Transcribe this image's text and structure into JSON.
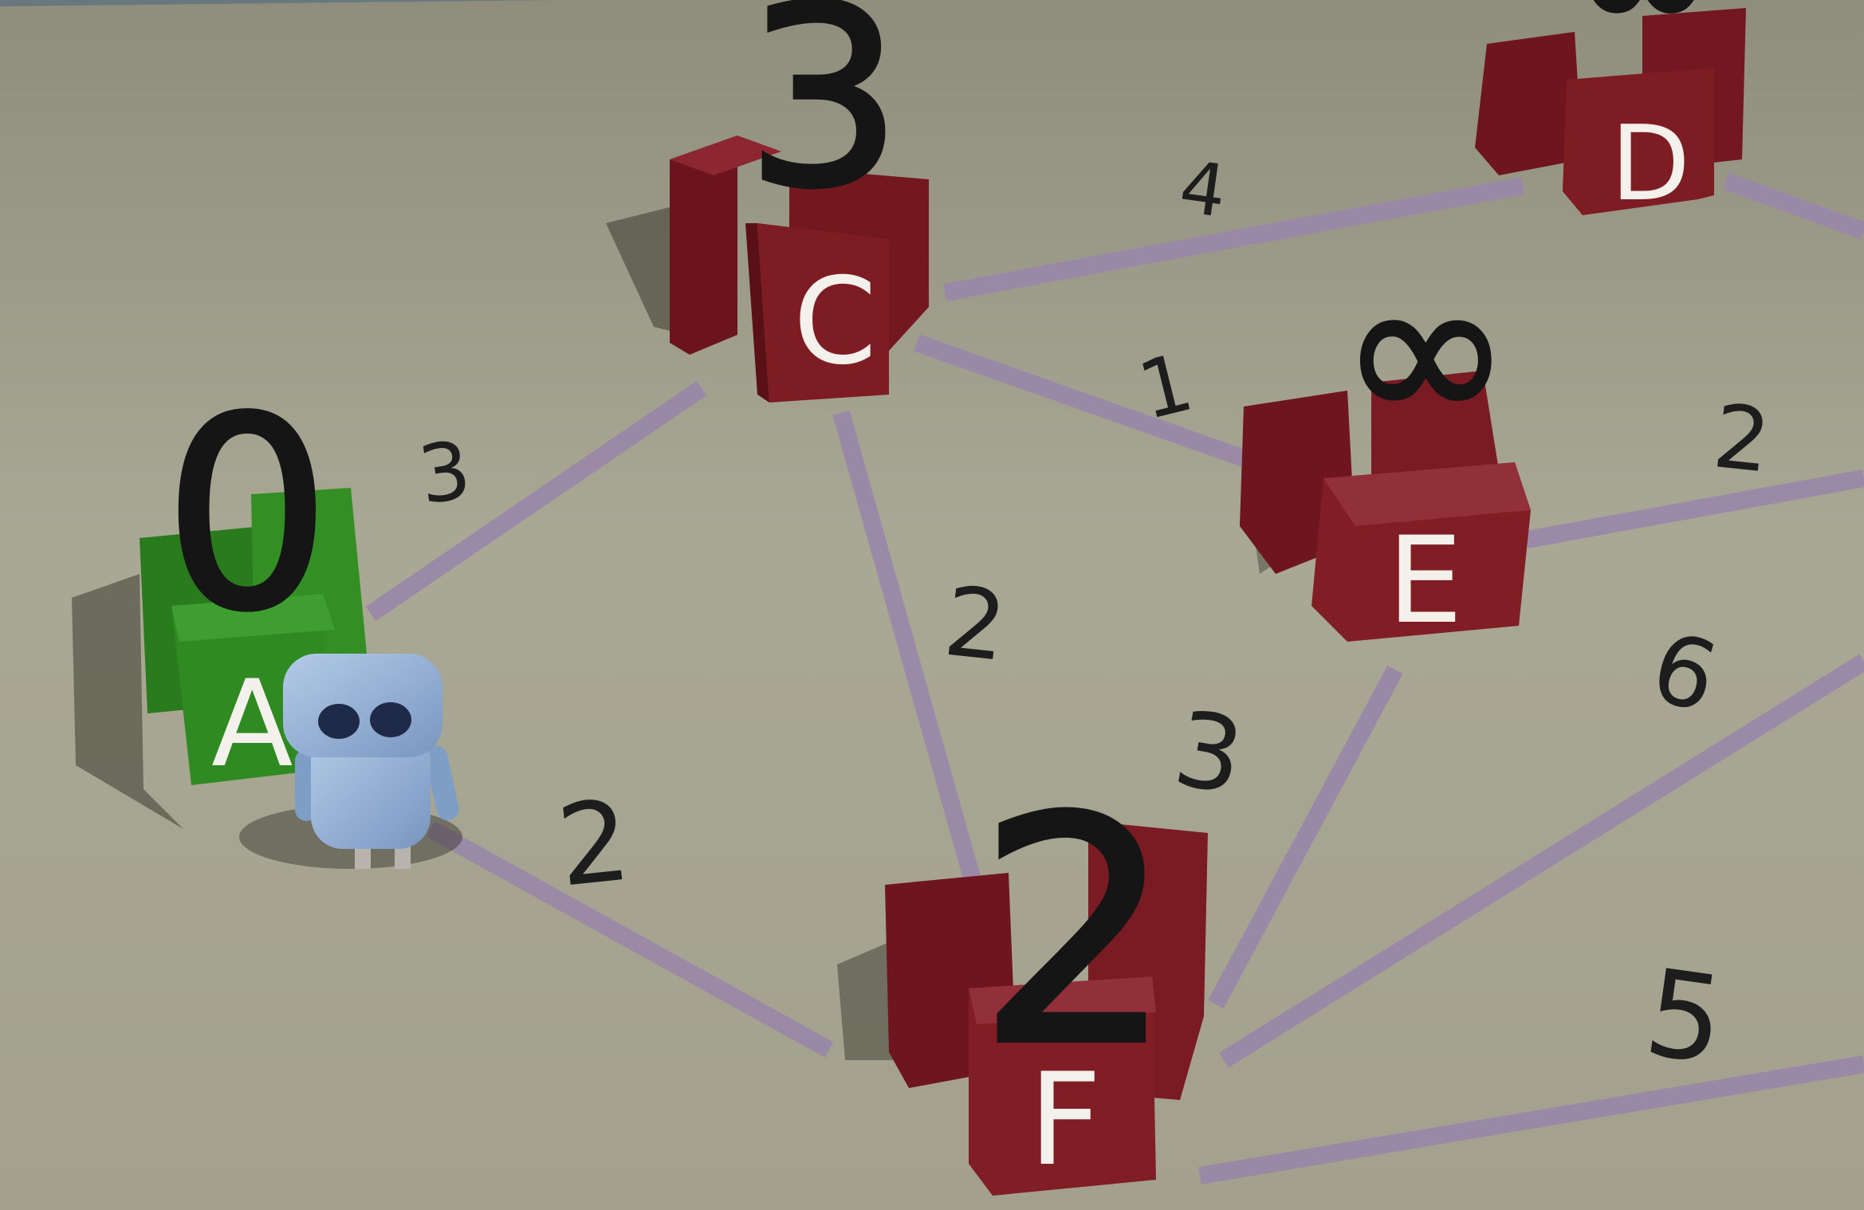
{
  "colors": {
    "floor": "#a8a795",
    "edge": "#9a88a8",
    "node_red": "#7a1a22",
    "node_green": "#2f8a22",
    "robot": "#8fb0d6",
    "text_dark": "#151515",
    "text_light": "#f4f1ec"
  },
  "nodes": {
    "A": {
      "label": "A",
      "distance": "0",
      "state": "visited"
    },
    "C": {
      "label": "C",
      "distance": "3",
      "state": "unvisited"
    },
    "D": {
      "label": "D",
      "distance": "∞",
      "state": "unvisited"
    },
    "E": {
      "label": "E",
      "distance": "∞",
      "state": "unvisited"
    },
    "F": {
      "label": "F",
      "distance": "2",
      "state": "unvisited"
    }
  },
  "edges": {
    "a_c": "3",
    "a_f": "2",
    "c_d": "4",
    "c_e": "1",
    "c_f": "2",
    "e_f": "3",
    "e_right": "2",
    "f_right_upper": "6",
    "f_right_lower": "5"
  },
  "agent": {
    "icon": "robot-icon"
  }
}
